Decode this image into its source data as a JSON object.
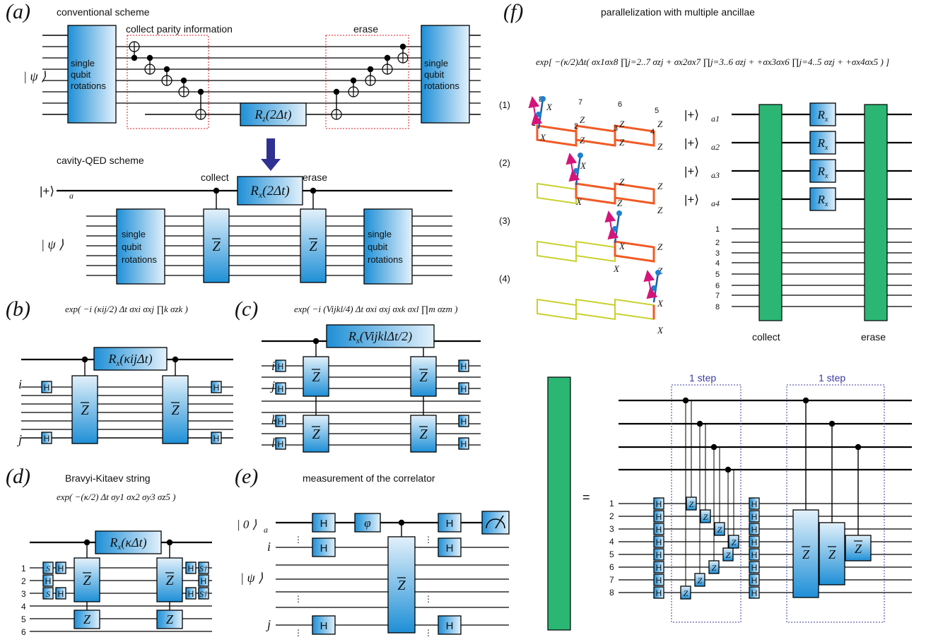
{
  "colors": {
    "gate_fill_start": "#1e8fd6",
    "gate_fill_end": "#e3f1fb",
    "ancilla_bar": "#2bb673",
    "red_dashed": "#e11b22",
    "blue_dotted": "#3a3a9e",
    "orange_edge": "#f15a24",
    "yellow_edge": "#c8d12e",
    "magenta_arrow": "#d4147a",
    "down_arrow": "#2e3192"
  },
  "panels": {
    "a": {
      "label": "(a)",
      "conventional_title": "conventional scheme",
      "collect_label": "collect parity information",
      "erase_label": "erase",
      "psi": "| ψ ⟩",
      "single_qubit_rotations": [
        "single",
        "qubit",
        "rotations"
      ],
      "rz_gate": "R",
      "rz_sub": "z",
      "rz_arg": "(2Δt)",
      "cavity_title": "cavity-QED scheme",
      "ancilla": "|+⟩",
      "ancilla_sub": "a",
      "collect_text": "collect",
      "erase_text": "erase",
      "rx_gate": "R",
      "rx_sub": "x",
      "rx_arg": "(2Δt)",
      "zbar": "Z"
    },
    "b": {
      "label": "(b)",
      "formula": "exp( −i (κij/2) Δt σxi σxj ∏k σzk )",
      "gate": "Rx(κijΔt)",
      "i": "i",
      "j": "j",
      "h": "H",
      "zbar": "Z"
    },
    "c": {
      "label": "(c)",
      "formula": "exp( −i (Vijkl/4) Δt σxi σxj σxk σxl ∏m σzm )",
      "gate": "Rx(VijklΔt/2)",
      "qubits": [
        "i",
        "j",
        "k",
        "l"
      ],
      "h": "H",
      "zbar": "Z"
    },
    "d": {
      "label": "(d)",
      "title": "Bravyi-Kitaev string",
      "formula": "exp( −(κ/2) Δt σy1 σx2 σy3 σz5 )",
      "gate": "Rx(κΔt)",
      "qubits": [
        "1",
        "2",
        "3",
        "4",
        "5",
        "6"
      ],
      "s": "S",
      "sdag": "S†",
      "h": "H",
      "z": "Z",
      "zbar": "Z"
    },
    "e": {
      "label": "(e)",
      "title": "measurement of the correlator",
      "ancilla": "| 0 ⟩",
      "ancilla_sub": "a",
      "psi": "| ψ ⟩",
      "i": "i",
      "j": "j",
      "h": "H",
      "phi": "φ",
      "zbar": "Z",
      "dots": "⋮"
    },
    "f": {
      "label": "(f)",
      "title": "parallelization with multiple ancillae",
      "formula": "exp[ −(κ/2)Δt( σx1σx8 ∏j=2..7 σzj + σx2σx7 ∏j=3..6 σzj + +σx3σx6 ∏j=4..5 σzj + +σx4σx5 ) ]",
      "steps": [
        "(1)",
        "(2)",
        "(3)",
        "(4)"
      ],
      "lattice_numbers": [
        "1",
        "2",
        "3",
        "4",
        "5",
        "6",
        "7",
        "8"
      ],
      "x": "X",
      "z": "Z",
      "ancillae": [
        "|+⟩a1",
        "|+⟩a2",
        "|+⟩a3",
        "|+⟩a4"
      ],
      "data_qubits": [
        "1",
        "2",
        "3",
        "4",
        "5",
        "6",
        "7",
        "8"
      ],
      "rx": "R",
      "rx_sub": "x",
      "collect": "collect",
      "erase": "erase",
      "equals": "=",
      "step_label": "1 step",
      "h": "H",
      "z_gate": "Z",
      "zbar": "Z"
    }
  }
}
